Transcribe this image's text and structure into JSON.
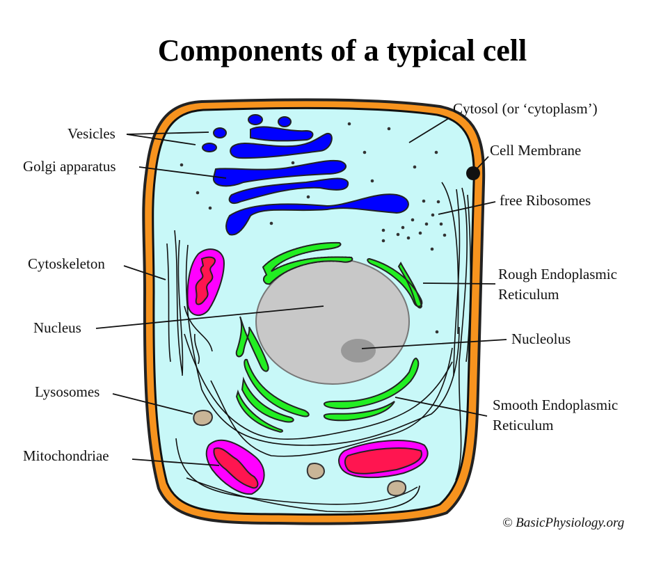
{
  "title": "Components of a typical cell",
  "labels": {
    "vesicles": "Vesicles",
    "golgi": "Golgi apparatus",
    "cytoskeleton": "Cytoskeleton",
    "nucleus": "Nucleus",
    "lysosomes": "Lysosomes",
    "mitochondriae": "Mitochondriae",
    "cytosol": "Cytosol (or ‘cytoplasm’)",
    "cell_membrane": "Cell Membrane",
    "free_ribosomes": "free Ribosomes",
    "rough_er_1": "Rough Endoplasmic",
    "rough_er_2": "Reticulum",
    "nucleolus": "Nucleolus",
    "smooth_er_1": "Smooth Endoplasmic",
    "smooth_er_2": "Reticulum"
  },
  "copyright": "© BasicPhysiology.org",
  "colors": {
    "membrane": "#f7931e",
    "cytosol": "#c8f8f8",
    "golgi": "#0000ff",
    "er": "#22ee22",
    "nucleus": "#c8c8c8",
    "nucleolus": "#999999",
    "mitochondria": "#ff00ff",
    "cristae": "#ff1550",
    "lysosome": "#c9b597"
  }
}
